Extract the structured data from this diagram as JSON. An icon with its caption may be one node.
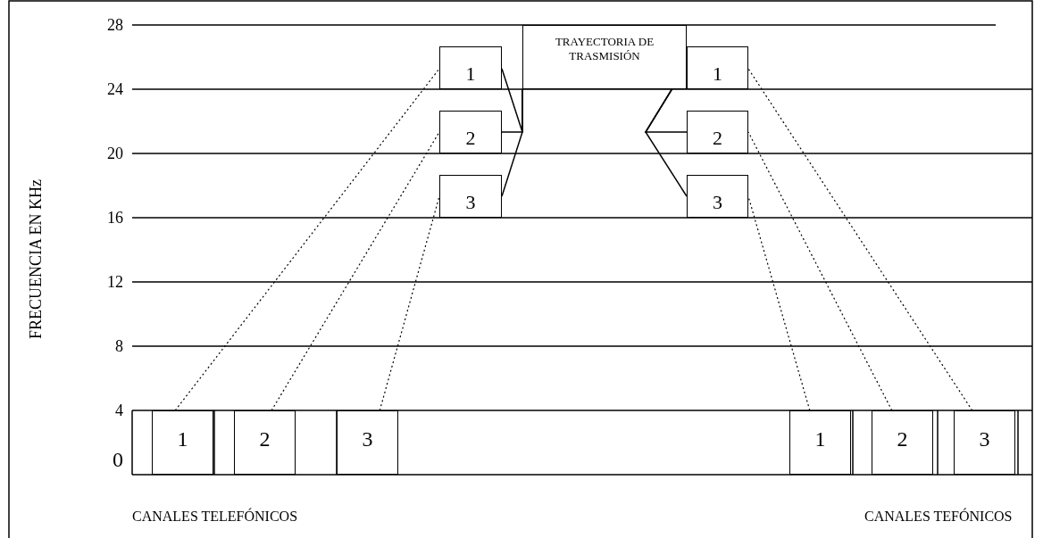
{
  "diagram": {
    "nodes": [
      {
        "text": [
          "TRAYECTORIA DE TRASMISIÓN"
        ]
      },
      {
        "text": [
          "1"
        ]
      },
      {
        "text": [
          "1"
        ]
      },
      {
        "text": [
          "2"
        ]
      },
      {
        "text": [
          "2"
        ]
      },
      {
        "text": [
          "3"
        ]
      },
      {
        "text": [
          "3"
        ]
      },
      {
        "text": [
          "1"
        ]
      },
      {
        "text": [
          "2"
        ]
      },
      {
        "text": [
          "3"
        ]
      },
      {
        "text": [
          "1"
        ]
      },
      {
        "text": [
          "2"
        ]
      },
      {
        "text": [
          "3"
        ]
      }
    ],
    "edges": [
      {
        "from": 1,
        "to": 0,
        "arrow": "none"
      },
      {
        "from": 3,
        "to": 0,
        "arrow": "none"
      },
      {
        "from": 5,
        "to": 0,
        "arrow": "none"
      },
      {
        "from": 0,
        "to": 4,
        "arrow": "none"
      },
      {
        "from": 0,
        "to": 6,
        "arrow": "none"
      },
      {
        "from": 7,
        "to": 1,
        "arrow": "none",
        "style": "dashed"
      },
      {
        "from": 8,
        "to": 3,
        "arrow": "none",
        "style": "dashed"
      },
      {
        "from": 9,
        "to": 5,
        "arrow": "none",
        "style": "dashed"
      },
      {
        "from": 10,
        "to": 6,
        "arrow": "none",
        "style": "dashed"
      },
      {
        "from": 11,
        "to": 4,
        "arrow": "none",
        "style": "dashed"
      },
      {
        "from": 12,
        "to": 2,
        "arrow": "none",
        "style": "dashed"
      }
    ],
    "labels": [
      "28",
      "24",
      "20",
      "16",
      "12",
      "8",
      "4",
      "0",
      "FRECUENCIA EN KHz",
      "CANALES TELEFÓNICOS",
      "CANALES TEFÓNICOS"
    ]
  }
}
